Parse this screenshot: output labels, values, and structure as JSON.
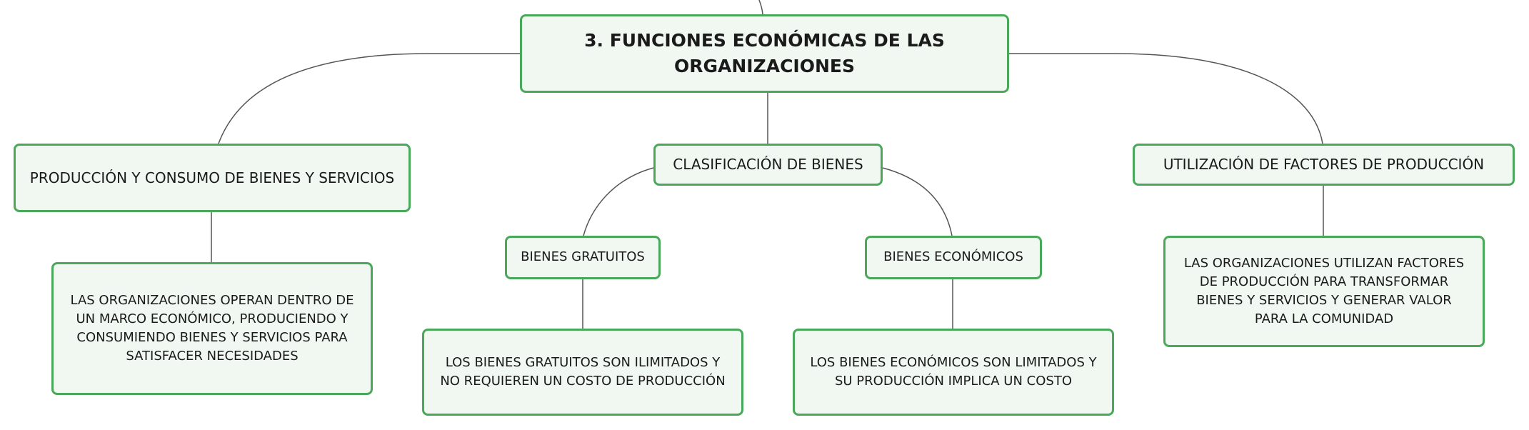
{
  "mindmap": {
    "central": {
      "label": "3. FUNCIONES ECONÓMICAS DE LAS ORGANIZACIONES"
    },
    "produccion": {
      "label": "PRODUCCIÓN Y CONSUMO DE BIENES Y SERVICIOS",
      "detail": "LAS ORGANIZACIONES OPERAN DENTRO DE UN MARCO ECONÓMICO, PRODUCIENDO Y CONSUMIENDO BIENES Y SERVICIOS PARA SATISFACER NECESIDADES"
    },
    "clasificacion": {
      "label": "CLASIFICACIÓN DE BIENES",
      "gratuitos": {
        "label": "BIENES GRATUITOS",
        "detail": "LOS BIENES GRATUITOS SON ILIMITADOS Y NO REQUIEREN UN COSTO DE PRODUCCIÓN"
      },
      "economicos": {
        "label": "BIENES ECONÓMICOS",
        "detail": "LOS BIENES ECONÓMICOS SON LIMITADOS Y SU PRODUCCIÓN IMPLICA UN COSTO"
      }
    },
    "factores": {
      "label": "UTILIZACIÓN DE FACTORES DE PRODUCCIÓN",
      "detail": "LAS ORGANIZACIONES UTILIZAN FACTORES DE PRODUCCIÓN PARA TRANSFORMAR BIENES Y SERVICIOS Y GENERAR VALOR PARA LA COMUNIDAD"
    }
  }
}
